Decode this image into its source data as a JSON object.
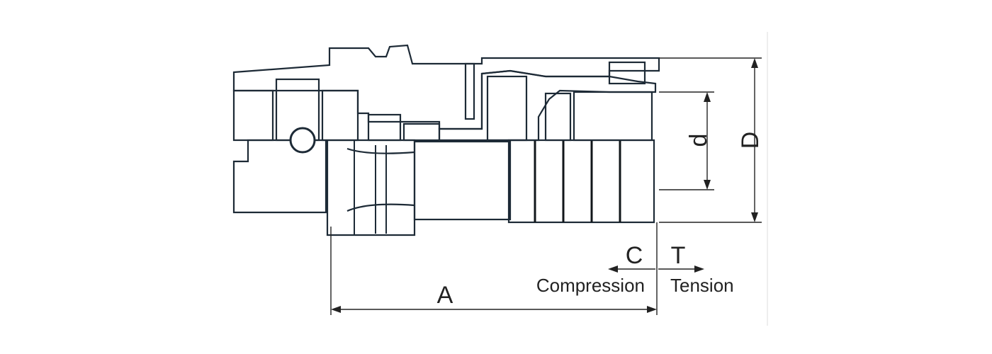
{
  "labels": {
    "A": "A",
    "D": "D",
    "d": "d",
    "C": "C",
    "T": "T",
    "compression": "Compression",
    "tension": "Tension"
  },
  "colors": {
    "section_blue": "#a9d3ec",
    "section_gray": "#c8ccd0",
    "brass": "#e6c98a",
    "steel_dark": "#3c4247",
    "steel_light": "#d9dee2",
    "line": "#1d2a36"
  }
}
